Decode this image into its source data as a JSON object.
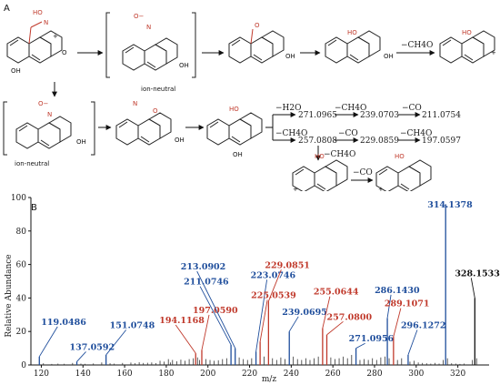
{
  "panel_a_label": "A",
  "panel_b_label": "B",
  "scheme": {
    "ion_neutral_1": "ion-neutral",
    "ion_neutral_2": "ion-neutral",
    "steps": {
      "loss_ch4o_1": "−CH4O",
      "branch_top_1": "−H2O",
      "branch_top_mass_1": "271.0965",
      "branch_top_2": "−CH4O",
      "branch_top_mass_2": "239.0703",
      "branch_top_3": "−CO",
      "branch_top_mass_3": "211.0754",
      "branch_bot_1": "−CH4O",
      "branch_bot_mass_1": "257.0808",
      "branch_bot_2": "−CO",
      "branch_bot_mass_2": "229.0859",
      "branch_bot_3": "−CH4O",
      "branch_bot_mass_3": "197.0597",
      "down_step": "−CH4O",
      "final_step": "−CO"
    },
    "atoms": {
      "ho": "HO",
      "oh": "OH",
      "o_minus": "O−",
      "n_plus": "N",
      "plus": "+",
      "o": "O"
    }
  },
  "chart_data": {
    "type": "bar",
    "title": "",
    "xlabel": "m/z",
    "ylabel": "Relative Abundance",
    "xlim": [
      115,
      335
    ],
    "ylim": [
      0,
      100
    ],
    "xticks": [
      120,
      140,
      160,
      180,
      200,
      220,
      240,
      260,
      280,
      300,
      320
    ],
    "yticks": [
      0,
      20,
      40,
      60,
      80,
      100
    ],
    "colors": {
      "blue": "#1f4e9c",
      "red": "#c0392b",
      "black": "#111111"
    },
    "labeled_peaks": [
      {
        "mz": 119.0486,
        "intensity": 5,
        "label": "119.0486",
        "color": "blue"
      },
      {
        "mz": 137.0592,
        "intensity": 2,
        "label": "137.0592",
        "color": "blue"
      },
      {
        "mz": 151.0748,
        "intensity": 6,
        "label": "151.0748",
        "color": "blue"
      },
      {
        "mz": 194.1168,
        "intensity": 7,
        "label": "194.1168",
        "color": "red"
      },
      {
        "mz": 197.059,
        "intensity": 9,
        "label": "197.0590",
        "color": "red"
      },
      {
        "mz": 211.0746,
        "intensity": 12,
        "label": "211.0746",
        "color": "blue"
      },
      {
        "mz": 213.0902,
        "intensity": 10,
        "label": "213.0902",
        "color": "blue"
      },
      {
        "mz": 223.0746,
        "intensity": 8,
        "label": "223.0746",
        "color": "blue"
      },
      {
        "mz": 225.0539,
        "intensity": 14,
        "label": "225.0539",
        "color": "red"
      },
      {
        "mz": 229.0851,
        "intensity": 38,
        "label": "229.0851",
        "color": "red"
      },
      {
        "mz": 239.0695,
        "intensity": 20,
        "label": "239.0695",
        "color": "blue"
      },
      {
        "mz": 255.0644,
        "intensity": 22,
        "label": "255.0644",
        "color": "red"
      },
      {
        "mz": 257.08,
        "intensity": 18,
        "label": "257.0800",
        "color": "red"
      },
      {
        "mz": 271.0956,
        "intensity": 10,
        "label": "271.0956",
        "color": "blue"
      },
      {
        "mz": 286.143,
        "intensity": 28,
        "label": "286.1430",
        "color": "blue"
      },
      {
        "mz": 289.1071,
        "intensity": 17,
        "label": "289.1071",
        "color": "red"
      },
      {
        "mz": 296.1272,
        "intensity": 6,
        "label": "296.1272",
        "color": "blue"
      },
      {
        "mz": 314.1378,
        "intensity": 96,
        "label": "314.1378",
        "color": "blue"
      },
      {
        "mz": 328.1533,
        "intensity": 40,
        "label": "328.1533",
        "color": "black"
      }
    ],
    "minor_peaks": [
      [
        121,
        1
      ],
      [
        125,
        0.6
      ],
      [
        128,
        0.8
      ],
      [
        131,
        0.7
      ],
      [
        135,
        1.2
      ],
      [
        139,
        0.8
      ],
      [
        141,
        0.7
      ],
      [
        145,
        0.9
      ],
      [
        149,
        1.5
      ],
      [
        153,
        1
      ],
      [
        155,
        0.8
      ],
      [
        159,
        1.2
      ],
      [
        163,
        1.4
      ],
      [
        165,
        1
      ],
      [
        167,
        1.6
      ],
      [
        169,
        1.2
      ],
      [
        171,
        1.3
      ],
      [
        173,
        1.5
      ],
      [
        175,
        1.1
      ],
      [
        177,
        2.5
      ],
      [
        179,
        2
      ],
      [
        181,
        3.5
      ],
      [
        182,
        1.5
      ],
      [
        183,
        3
      ],
      [
        185,
        2.2
      ],
      [
        187,
        3.2
      ],
      [
        189,
        2.5
      ],
      [
        191,
        3.5
      ],
      [
        193,
        4
      ],
      [
        195,
        4.5
      ],
      [
        196,
        3
      ],
      [
        199,
        3.5
      ],
      [
        201,
        3
      ],
      [
        203,
        2.5
      ],
      [
        205,
        2.8
      ],
      [
        207,
        3.5
      ],
      [
        209,
        4
      ],
      [
        215,
        4.5
      ],
      [
        217,
        3.5
      ],
      [
        219,
        3
      ],
      [
        221,
        4
      ],
      [
        227,
        5
      ],
      [
        231,
        4
      ],
      [
        233,
        3
      ],
      [
        235,
        4.5
      ],
      [
        237,
        3.5
      ],
      [
        241,
        5
      ],
      [
        243,
        3.5
      ],
      [
        245,
        3
      ],
      [
        247,
        4
      ],
      [
        249,
        3
      ],
      [
        251,
        4
      ],
      [
        253,
        5
      ],
      [
        259,
        4.5
      ],
      [
        261,
        3.5
      ],
      [
        263,
        4
      ],
      [
        265,
        5
      ],
      [
        267,
        4
      ],
      [
        269,
        6
      ],
      [
        273,
        3
      ],
      [
        275,
        3.5
      ],
      [
        277,
        3
      ],
      [
        279,
        4
      ],
      [
        281,
        3
      ],
      [
        283,
        4.5
      ],
      [
        285,
        5
      ],
      [
        287,
        4
      ],
      [
        291,
        3
      ],
      [
        293,
        4
      ],
      [
        297,
        2
      ],
      [
        299,
        2.5
      ],
      [
        301,
        1.5
      ],
      [
        303,
        1.2
      ],
      [
        305,
        1
      ],
      [
        307,
        0.8
      ],
      [
        309,
        1.2
      ],
      [
        311,
        0.8
      ],
      [
        313,
        3
      ],
      [
        315,
        4
      ],
      [
        317,
        1
      ],
      [
        319,
        0.8
      ],
      [
        321,
        0.6
      ],
      [
        323,
        0.8
      ],
      [
        327,
        3
      ],
      [
        329,
        4
      ]
    ]
  }
}
